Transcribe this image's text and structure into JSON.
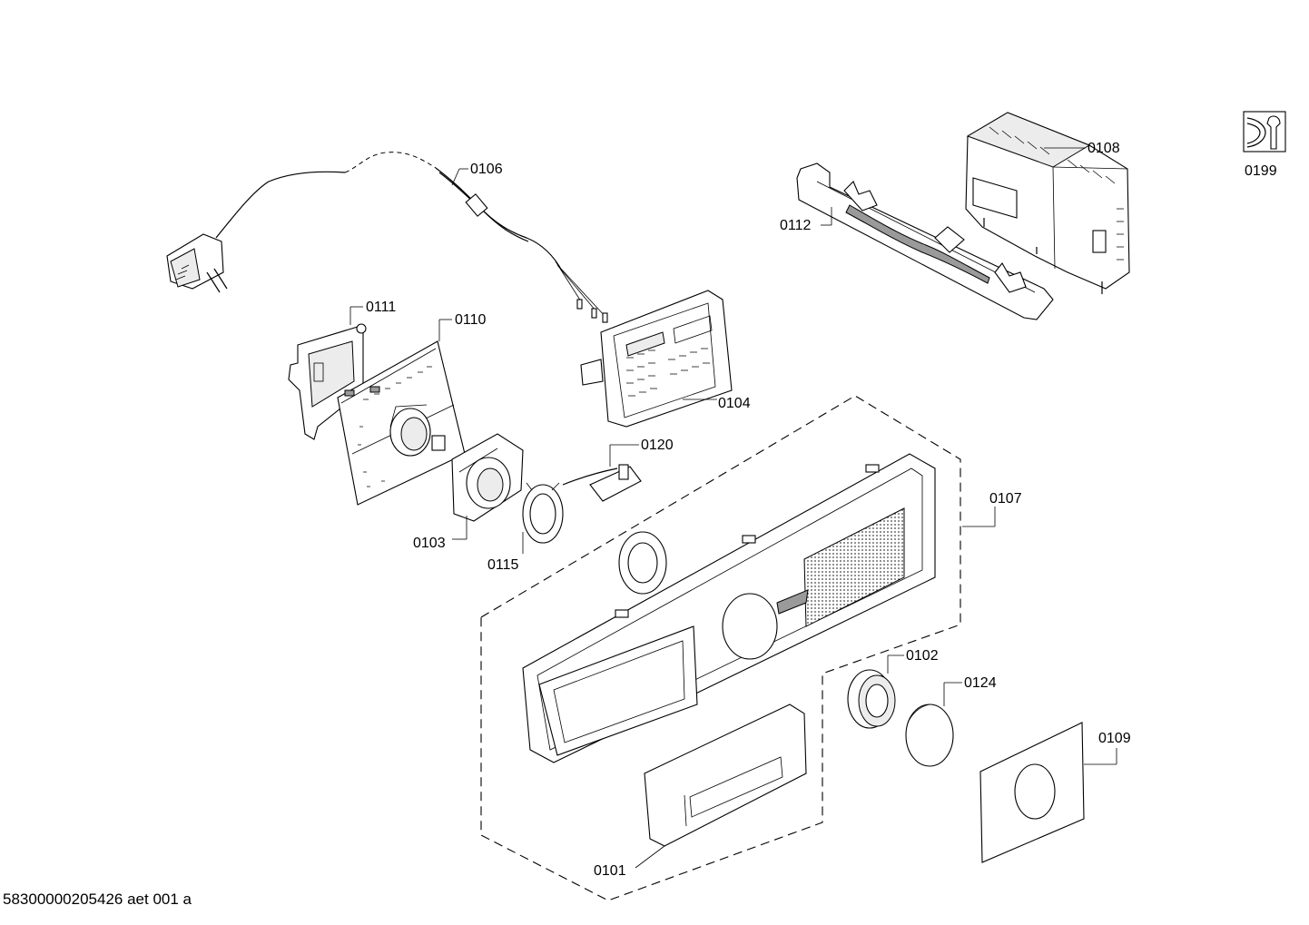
{
  "parts": {
    "p0106": "0106",
    "p0108": "0108",
    "p0199": "0199",
    "p0112": "0112",
    "p0111": "0111",
    "p0110": "0110",
    "p0104": "0104",
    "p0120": "0120",
    "p0107": "0107",
    "p0103": "0103",
    "p0115": "0115",
    "p0102": "0102",
    "p0124": "0124",
    "p0109": "0109",
    "p0101": "0101"
  },
  "footer": "58300000205426 aet 001 a"
}
